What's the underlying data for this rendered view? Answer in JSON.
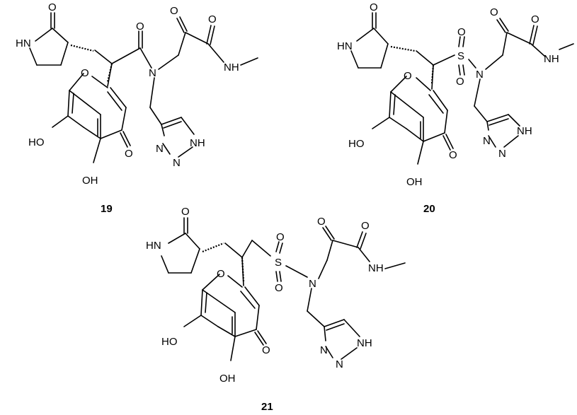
{
  "compounds": [
    {
      "id": "19",
      "label": "19",
      "atoms": {
        "lactam_o": "O",
        "lactam_nh": "HN",
        "amide_o": "O",
        "amide_n": "N",
        "keto_o": "O",
        "keto_amide_o": "O",
        "methyl_nh": "NH",
        "ring_o": "O",
        "chromone_o": "O",
        "ho7": "HO",
        "oh5": "OH",
        "tz_n1": "N",
        "tz_n2": "N",
        "tz_nh": "NH"
      }
    },
    {
      "id": "20",
      "label": "20",
      "atoms": {
        "lactam_o": "O",
        "lactam_nh": "HN",
        "sulfonyl_s": "S",
        "s_o1": "O",
        "s_o2": "O",
        "sulfonamide_n": "N",
        "keto_o": "O",
        "keto_amide_o": "O",
        "methyl_nh": "NH",
        "ring_o": "O",
        "chromone_o": "O",
        "ho7": "HO",
        "oh5": "OH",
        "tz_n1": "N",
        "tz_n2": "N",
        "tz_nh": "NH"
      }
    },
    {
      "id": "21",
      "label": "21",
      "atoms": {
        "lactam_o": "O",
        "lactam_nh": "HN",
        "sulfonyl_s": "S",
        "s_o1": "O",
        "s_o2": "O",
        "sulfonamide_n": "N",
        "keto_o": "O",
        "keto_amide_o": "O",
        "methyl_nh": "NH",
        "ring_o": "O",
        "chromone_o": "O",
        "ho7": "HO",
        "oh5": "OH",
        "tz_n1": "N",
        "tz_n2": "N",
        "tz_nh": "NH"
      }
    }
  ]
}
